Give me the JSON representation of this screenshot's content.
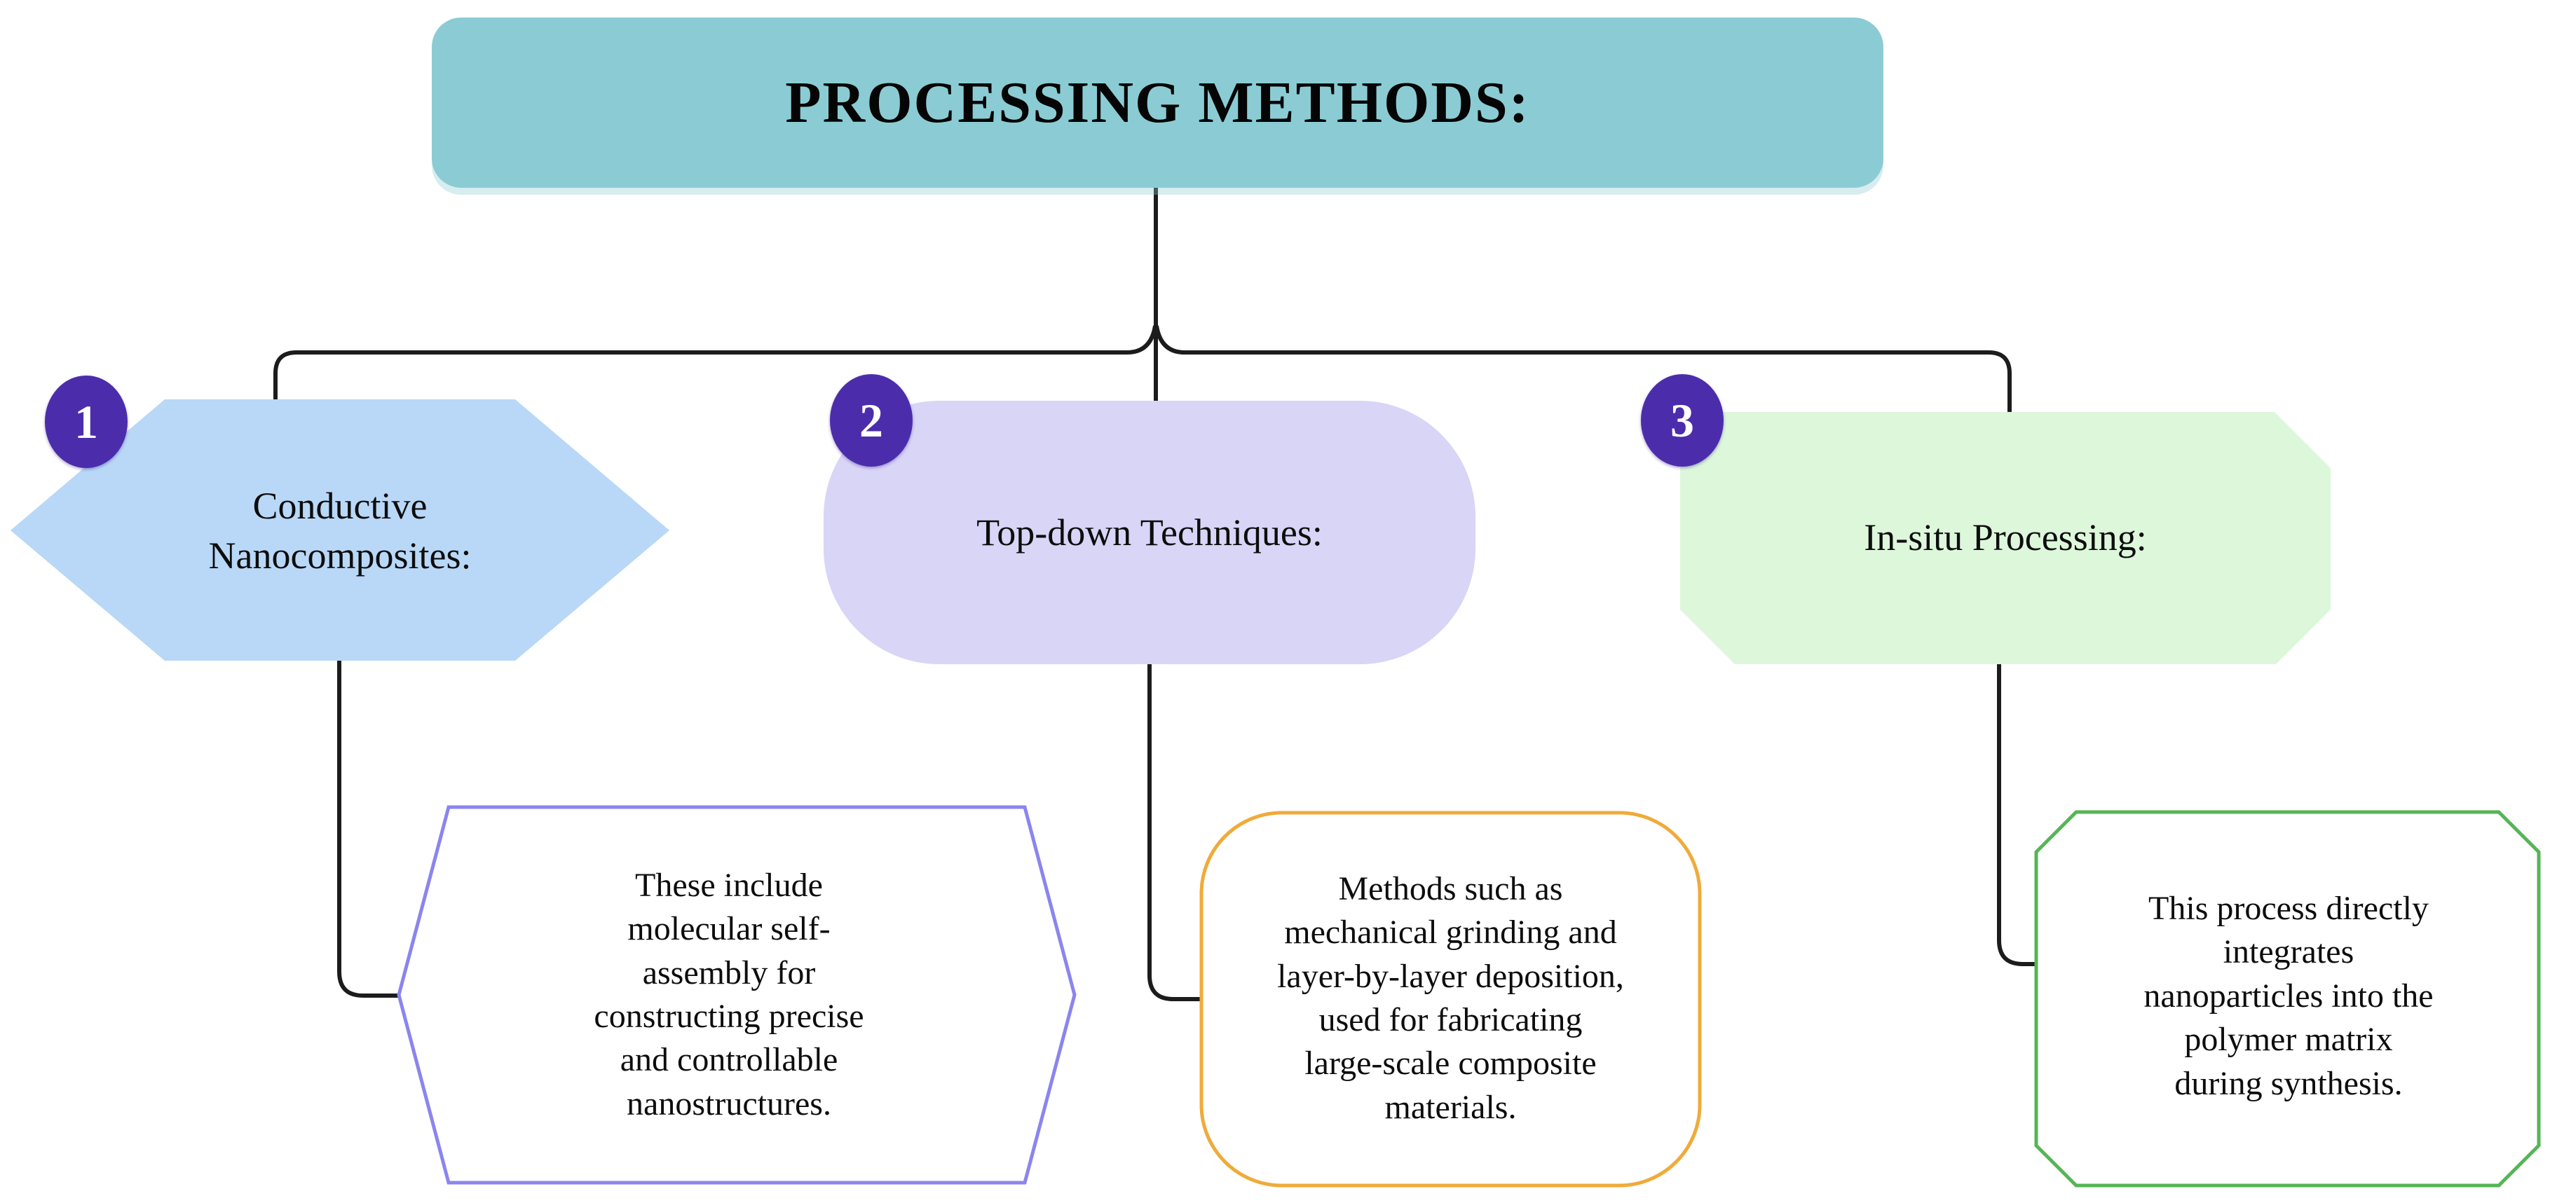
{
  "title": {
    "label": "PROCESSING METHODS:"
  },
  "colors": {
    "title_fill": "#8bccd4",
    "badge_fill": "#4b2dab",
    "node1_fill": "#b9d8f7",
    "node2_fill": "#d8d5f7",
    "node3_fill": "#ddf7db",
    "desc1_border": "#8b85ee",
    "desc2_border": "#efab3a",
    "desc3_border": "#56b556",
    "connector": "#1c1c1c"
  },
  "branches": [
    {
      "number": "1",
      "label": "Conductive\nNanocomposites:",
      "description": "These include\nmolecular self-\nassembly for\nconstructing precise\nand controllable\nnanostructures."
    },
    {
      "number": "2",
      "label": "Top-down Techniques:",
      "description": "Methods such as\nmechanical grinding and\nlayer-by-layer deposition,\nused for fabricating\nlarge-scale composite\nmaterials."
    },
    {
      "number": "3",
      "label": "In-situ Processing:",
      "description": "This process directly\nintegrates\nnanoparticles into the\npolymer matrix\nduring synthesis."
    }
  ]
}
